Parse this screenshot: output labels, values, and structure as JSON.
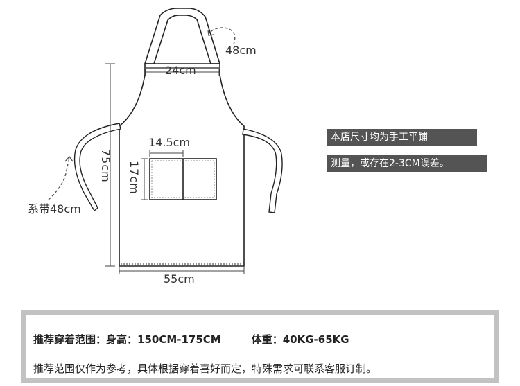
{
  "notes": {
    "line1": "本店尺寸均为手工平铺",
    "line2": "测量，或存在2-3CM误差。"
  },
  "dimensions": {
    "neck_strap": "48cm",
    "top_width": "24cm",
    "pocket_width": "14.5cm",
    "pocket_height": "17cm",
    "total_height": "75cm",
    "bottom_width": "55cm",
    "waist_tie": "系带48cm"
  },
  "info": {
    "recommend_label": "推荐穿着范围：",
    "height_text": "身高：150CM-175CM",
    "weight_text": "体重：40KG-65KG",
    "disclaimer": "推荐范围仅作为参考，具体根据穿着喜好而定，特殊需求可联系客服订制。"
  },
  "colors": {
    "outline": "#222222",
    "note_bg": "#545454",
    "panel_border": "#c2c2c2"
  }
}
